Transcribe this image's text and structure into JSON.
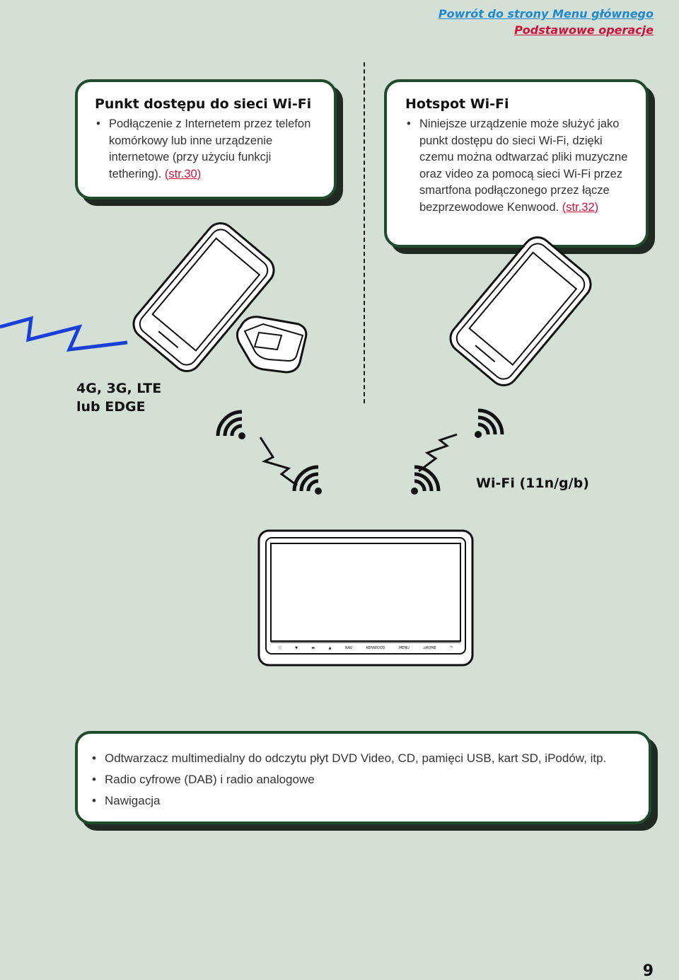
{
  "nav": {
    "main_menu_link": "Powrót do strony Menu głównego",
    "basic_ops_link": "Podstawowe operacje"
  },
  "access_point": {
    "title": "Punkt dostępu do sieci Wi-Fi",
    "text": "Podłączenie z Internetem przez telefon komórkowy lub inne urządzenie internetowe (przy użyciu funkcji tethering). ",
    "ref": "(str.30)"
  },
  "hotspot": {
    "title": "Hotspot Wi-Fi",
    "text": "Niniejsze urządzenie może służyć jako punkt dostępu do sieci Wi-Fi, dzięki czemu można odtwarzać pliki muzyczne oraz video za pomocą sieci Wi-Fi przez smartfona podłączonego przez łącze bezprzewodowe Kenwood. ",
    "ref": "(str.32)"
  },
  "labels": {
    "network_line1": "4G, 3G, LTE",
    "network_line2": "lub EDGE",
    "wifi": "Wi-Fi (11n/g/b)"
  },
  "head_unit": {
    "buttons": [
      "▽",
      "▼",
      "▬",
      "▲",
      "NAV",
      "KENWOOD",
      "MENU",
      "⌂HOME",
      "⮌"
    ]
  },
  "features": [
    "Odtwarzacz multimedialny do odczytu płyt DVD Video, CD, pamięci USB, kart SD, iPodów, itp.",
    "Radio cyfrowe (DAB) i radio analogowe",
    "Nawigacja"
  ],
  "page_number": "9",
  "colors": {
    "background": "#d4e0d5",
    "box_border": "#1f4a2c",
    "link_blue": "#1e88d2",
    "link_red": "#d0103a",
    "signal_blue": "#1a3fd8"
  }
}
